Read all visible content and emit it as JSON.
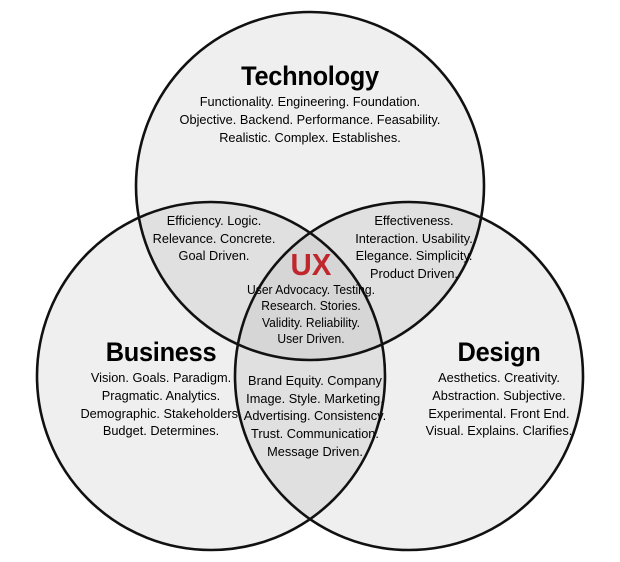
{
  "diagram": {
    "type": "venn-3-circle",
    "background_color": "#FFFFFF",
    "stroke_color": "#111111",
    "fill_single": "#EFEFEF",
    "fill_double": "#E0E0E0",
    "fill_triple": "#D6D6D6",
    "accent_color": "#C0272D"
  },
  "circles": {
    "technology": {
      "title": "Technology",
      "lines": [
        "Functionality. Engineering. Foundation.",
        "Objective. Backend. Performance. Feasability.",
        "Realistic. Complex. Establishes."
      ]
    },
    "business": {
      "title": "Business",
      "lines": [
        "Vision. Goals. Paradigm.",
        "Pragmatic.  Analytics.",
        "Demographic. Stakeholders.",
        "Budget.  Determines."
      ]
    },
    "design": {
      "title": "Design",
      "lines": [
        "Aesthetics. Creativity.",
        "Abstraction. Subjective.",
        "Experimental. Front End.",
        "Visual. Explains. Clarifies."
      ]
    }
  },
  "overlaps": {
    "technology_business": {
      "lines": [
        "Efficiency. Logic.",
        "Relevance. Concrete.",
        "Goal Driven."
      ]
    },
    "technology_design": {
      "lines": [
        "Effectiveness.",
        "Interaction. Usability.",
        "Elegance. Simplicity.",
        "Product Driven."
      ]
    },
    "business_design": {
      "lines": [
        "Brand Equity. Company",
        "Image. Style. Marketing.",
        "Advertising. Consistency.",
        "Trust. Communication.",
        "Message Driven."
      ]
    },
    "center": {
      "title": "UX",
      "lines": [
        "User Advocacy. Testing.",
        "Research. Stories.",
        "Validity. Reliability.",
        "User Driven."
      ]
    }
  }
}
